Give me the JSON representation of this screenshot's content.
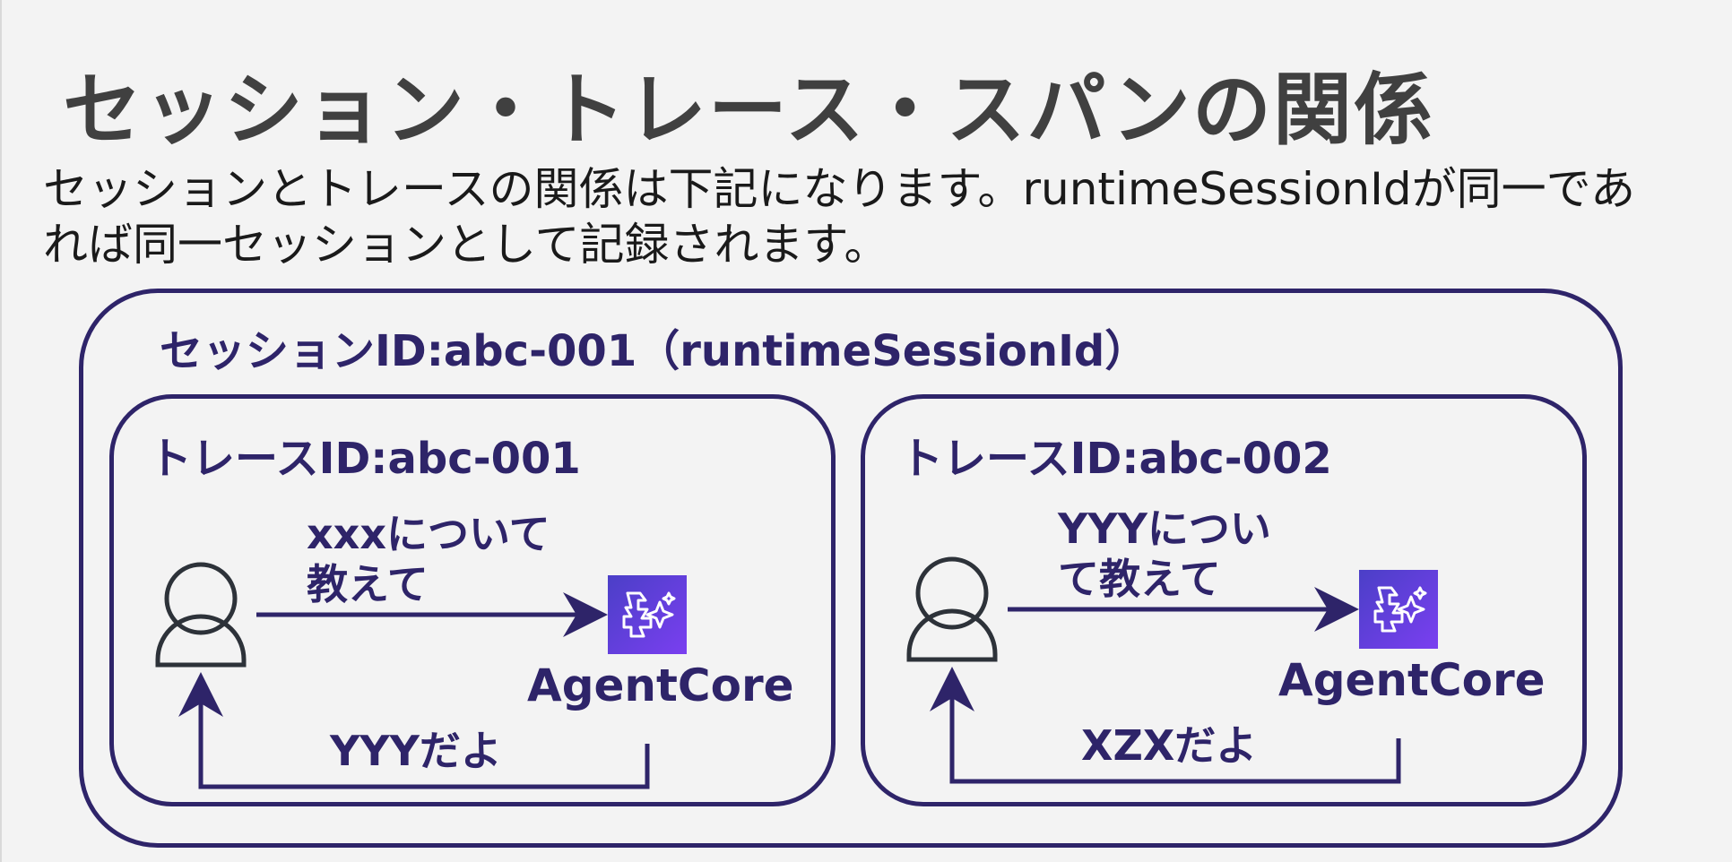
{
  "title": "セッション・トレース・スパンの関係",
  "description": {
    "line1": "セッションとトレースの関係は下記になります。runtimeSessionIdが同一であ",
    "line2": "れば同一セッションとして記録されます。"
  },
  "session": {
    "label": "セッションID:abc-001（runtimeSessionId）"
  },
  "traces": [
    {
      "label": "トレースID:abc-001",
      "message_line1": "xxxについて",
      "message_line2": "教えて",
      "reply": "YYYだよ",
      "agent": "AgentCore"
    },
    {
      "label": "トレースID:abc-002",
      "message_line1": "YYYについ",
      "message_line2": "て教えて",
      "reply": "XZXだよ",
      "agent": "AgentCore"
    }
  ],
  "colors": {
    "accent": "#2e2469",
    "icon_gradient_start": "#4b3fc7",
    "icon_gradient_end": "#7a3ff0",
    "user_icon": "#2d3239"
  },
  "icons": {
    "user": "user-icon",
    "agent": "agentcore-icon"
  }
}
